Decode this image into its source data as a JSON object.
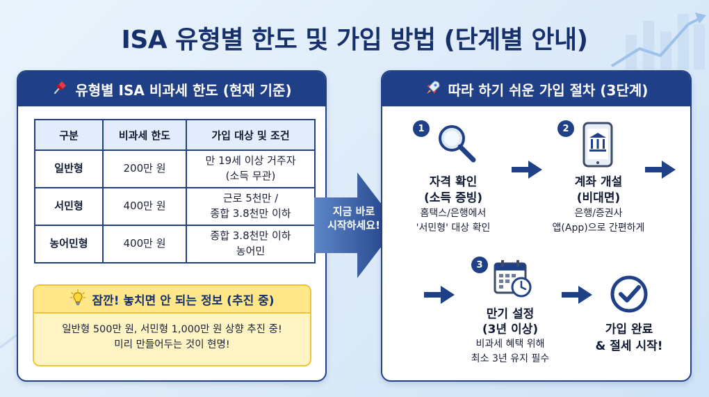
{
  "title": "ISA 유형별 한도 및 가입 방법 (단계별 안내)",
  "left_panel": {
    "header_icon": "pushpin-icon",
    "header": "유형별 ISA 비과세 한도 (현재 기준)",
    "table": {
      "headers": [
        "구분",
        "비과세 한도",
        "가입 대상 및 조건"
      ],
      "rows": [
        {
          "type": "일반형",
          "limit": "200만 원",
          "cond1": "만 19세 이상 거주자",
          "cond2": "(소득 무관)"
        },
        {
          "type": "서민형",
          "limit": "400만 원",
          "cond1": "근로 5천만 /",
          "cond2": "종합 3.8천만 이하"
        },
        {
          "type": "농어민형",
          "limit": "400만 원",
          "cond1": "종합 3.8천만 이하",
          "cond2": "농어민"
        }
      ]
    },
    "tip": {
      "icon": "lightbulb-icon",
      "title": "잠깐! 놓치면 안 되는 정보 (추진 중)",
      "line1": "일반형 500만 원, 서민형 1,000만 원 상향 추진 중!",
      "line2": "미리 만들어두는 것이 현명!"
    }
  },
  "cta": {
    "line1": "지금 바로",
    "line2": "시작하세요!"
  },
  "right_panel": {
    "header_icon": "rocket-icon",
    "header": "따라 하기 쉬운 가입 절차 (3단계)",
    "steps": [
      {
        "num": "1",
        "icon": "magnifier-icon",
        "title1": "자격 확인",
        "title2": "(소득 증빙)",
        "desc1": "홈택스/은행에서",
        "desc2": "'서민형' 대상 확인"
      },
      {
        "num": "2",
        "icon": "smartphone-bank-icon",
        "title1": "계좌 개설",
        "title2": "(비대면)",
        "desc1": "은행/증권사",
        "desc2": "앱(App)으로 간편하게"
      },
      {
        "num": "3",
        "icon": "calendar-clock-icon",
        "title1": "만기 설정",
        "title2": "(3년 이상)",
        "desc1": "비과세 혜택 위해",
        "desc2": "최소 3년 유지 필수"
      }
    ],
    "final": {
      "icon": "check-circle-icon",
      "line1": "가입 완료",
      "line2": "& 절세 시작!"
    }
  },
  "colors": {
    "navy": "#1f3f86",
    "title": "#16306b",
    "tip_bg": "#fff4c3",
    "tip_border": "#f0c43a"
  }
}
